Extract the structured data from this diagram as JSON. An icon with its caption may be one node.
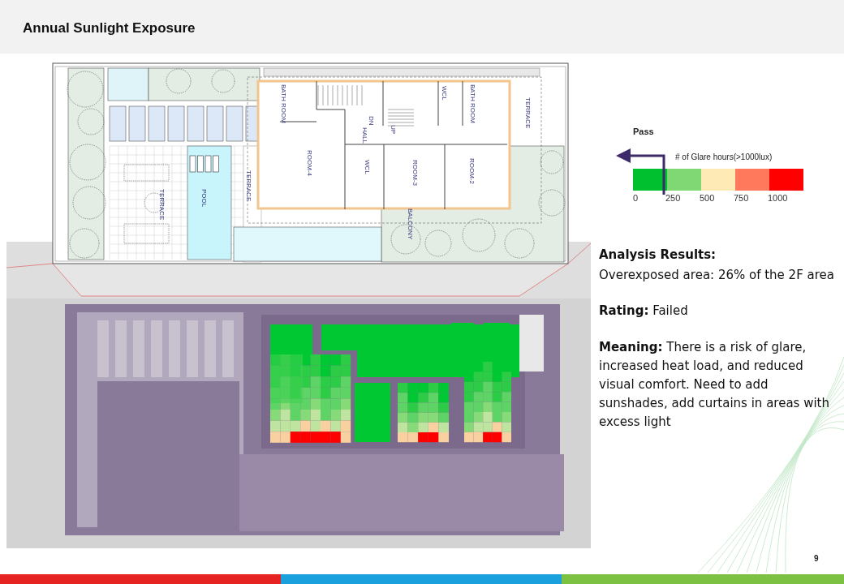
{
  "diagram": {
    "title": "Annual Sunlight Exposure",
    "labels": [
      "BATH ROOM",
      "WCL",
      "BATH ROOM",
      "TERRACE",
      "DN",
      "HALL",
      "UP",
      "ROOM-4",
      "WCL",
      "ROOM-3",
      "ROOM-2",
      "TERRACE",
      "TERRACE",
      "POOL",
      "BALCONY",
      "Pass",
      "# of Glare hours(>1000lux)",
      "Analysis Results:",
      "Overexposed area: 26% of the 2F area",
      "**Rating:** Failed",
      "**Meaning:** There is a risk of glare, increased heat load, and reduced visual comfort. Need to add sunshades, add curtains in areas with excess light",
      "9"
    ],
    "legend": [
      {
        "text": "0",
        "color": "#00c030"
      },
      {
        "text": "250",
        "color": "#80d874"
      },
      {
        "text": "500",
        "color": "#fdeab4"
      },
      {
        "text": "750",
        "color": "#ff7a5c"
      },
      {
        "text": "1000",
        "color": "#ff0000"
      }
    ]
  }
}
